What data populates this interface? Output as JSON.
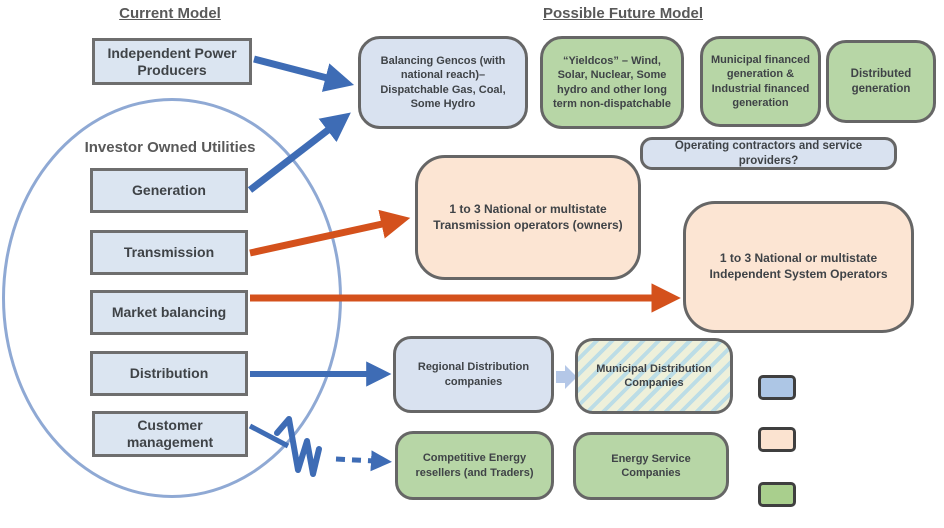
{
  "headings": {
    "current": "Current Model",
    "future": "Possible Future Model"
  },
  "current_model": {
    "ipp_label": "Independent Power Producers",
    "ellipse_label": "Investor Owned Utilities",
    "functions": [
      "Generation",
      "Transmission",
      "Market balancing",
      "Distribution",
      "Customer management"
    ]
  },
  "future_model": {
    "balancing_gencos": "Balancing Gencos (with national reach)– Dispatchable Gas, Coal, Some Hydro",
    "yieldcos": "“Yieldcos” – Wind, Solar, Nuclear, Some hydro and other long term non-dispatchable",
    "municipal_industrial": "Municipal financed generation & Industrial financed generation",
    "distributed_generation": "Distributed generation",
    "operating_contractors": "Operating contractors and service providers?",
    "transmission_operators": "1 to 3 National or multistate Transmission operators (owners)",
    "independent_system_operators": "1 to 3 National or multistate Independent System Operators",
    "regional_distribution": "Regional Distribution companies",
    "municipal_distribution": "Municipal Distribution Companies",
    "competitive_resellers": "Competitive Energy resellers (and Traders)",
    "energy_service": "Energy Service Companies"
  },
  "connections": [
    {
      "from": "Independent Power Producers",
      "to": "Balancing Gencos",
      "style": "solid",
      "color": "#3e6cb5"
    },
    {
      "from": "Generation",
      "to": "Balancing Gencos",
      "style": "solid",
      "color": "#3e6cb5"
    },
    {
      "from": "Transmission",
      "to": "Transmission operators",
      "style": "solid",
      "color": "#d4511c"
    },
    {
      "from": "Market balancing",
      "to": "Independent System Operators",
      "style": "solid",
      "color": "#d4511c"
    },
    {
      "from": "Distribution",
      "to": "Regional Distribution companies",
      "style": "solid",
      "color": "#3e6cb5"
    },
    {
      "from": "Regional Distribution companies",
      "to": "Municipal Distribution Companies",
      "style": "block",
      "color": "#b4c7e7"
    },
    {
      "from": "Customer management",
      "to": "Competitive Energy resellers",
      "style": "squiggle-then-dashed",
      "color": "#3e6cb5"
    }
  ],
  "legend": {
    "swatches": [
      {
        "name": "blue",
        "color": "#adc6e5"
      },
      {
        "name": "peach",
        "color": "#fbe3d0"
      },
      {
        "name": "green",
        "color": "#a9cf8d"
      }
    ]
  },
  "colors": {
    "rect_fill": "#dbe5f1",
    "rounded_blue_fill": "#d9e2f0",
    "green_fill": "#b7d6a6",
    "peach_fill": "#fce5d3",
    "stripe_base": "#eef0da",
    "stripe_line": "#bcdde6",
    "blue_arrow": "#3e6cb5",
    "orange_arrow": "#d4511c",
    "ellipse_border": "#8fa9d4",
    "heading_text": "#595959",
    "box_text": "#3f4347"
  }
}
